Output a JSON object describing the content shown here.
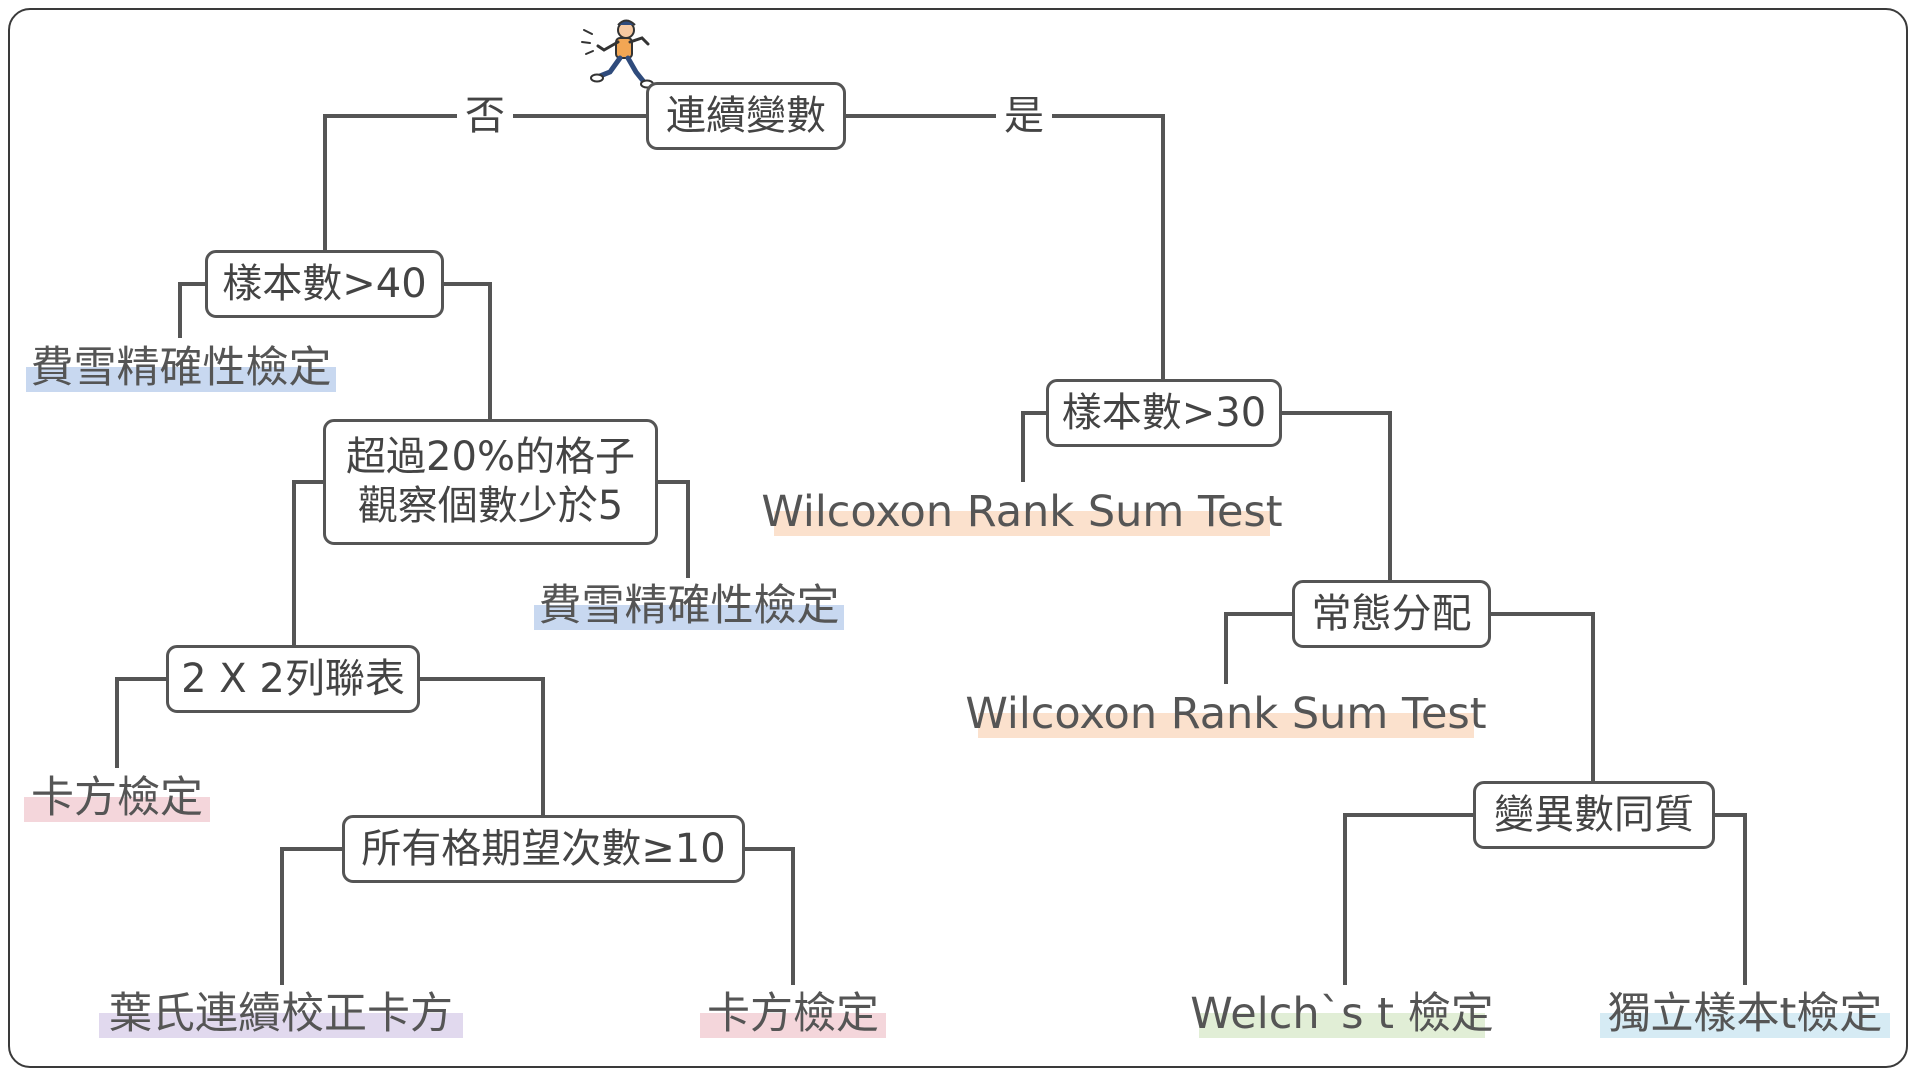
{
  "root": {
    "label": "連續變數"
  },
  "edge_labels": {
    "no": "否",
    "yes": "是"
  },
  "nodes": {
    "n_sample40": "樣本數>40",
    "n_over20": [
      "超過20%的格子",
      "觀察個數少於5"
    ],
    "n_2x2": "2 X 2列聯表",
    "n_expect10": "所有格期望次數≥10",
    "n_sample30": "樣本數>30",
    "n_normal": "常態分配",
    "n_homovar": "變異數同質"
  },
  "leaves": {
    "fisher_1": "費雪精確性檢定",
    "fisher_2": "費雪精確性檢定",
    "chi_1": "卡方檢定",
    "yates": "葉氏連續校正卡方",
    "chi_2": "卡方檢定",
    "wilcoxon_1": "Wilcoxon Rank Sum Test",
    "wilcoxon_2": "Wilcoxon Rank Sum Test",
    "welch": "Welch`s t 檢定",
    "ttest": "獨立樣本t檢定"
  },
  "colors": {
    "line": "#555555",
    "text": "#444444",
    "hl_blue": "#c8d8f0",
    "hl_pink": "#f4d6db",
    "hl_purple": "#e1d9ee",
    "hl_orange": "#fbe1cd",
    "hl_green": "#e1eed6",
    "hl_lightblue": "#d6ebf4"
  },
  "icons": {
    "runner": "running-person-icon"
  }
}
